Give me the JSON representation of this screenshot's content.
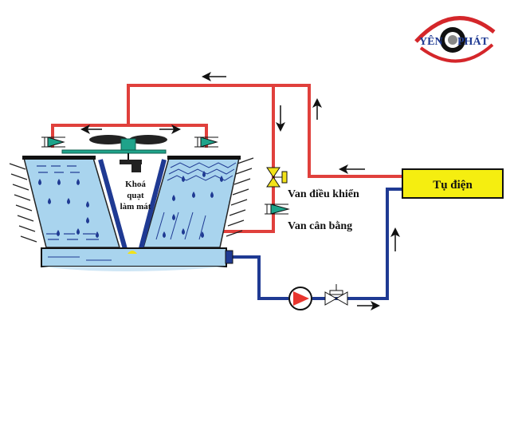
{
  "logo": {
    "left": "YÊN",
    "right": "PHÁT"
  },
  "labels": {
    "fan_lock_1": "Khoá",
    "fan_lock_2": "quạt",
    "fan_lock_3": "làm mát",
    "control_valve": "Van điều khiển",
    "balance_valve": "Van cân bằng",
    "condenser": "Tụ điện"
  },
  "colors": {
    "hot_pipe": "#e0403c",
    "cold_pipe": "#1f3a93",
    "water": "#a9d4ee",
    "condenser_fill": "#f5ee10",
    "valve_teal": "#1fa38a",
    "valve_yellow": "#f2e21a",
    "pump_red": "#e8352e"
  }
}
